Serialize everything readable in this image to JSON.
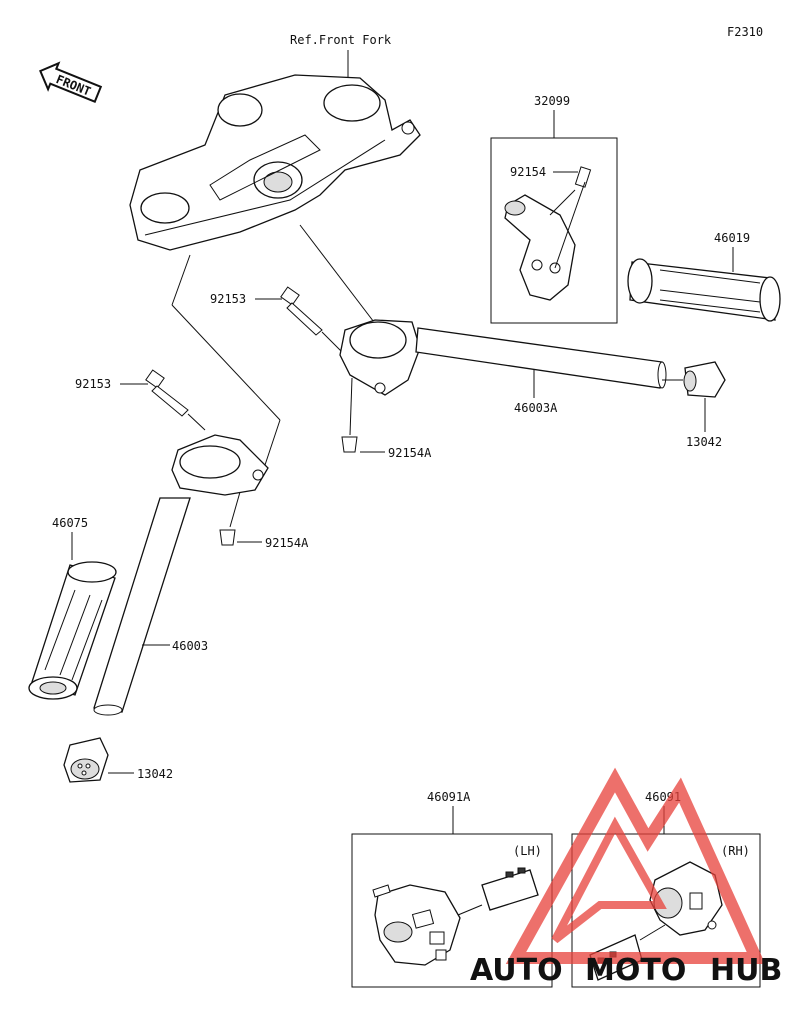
{
  "figure_code": "F2310",
  "ref_label": "Ref.Front Fork",
  "front_label": "FRONT",
  "parts": {
    "p32099": "32099",
    "p92154": "92154",
    "p46019": "46019",
    "p92153_upper": "92153",
    "p92153_lower": "92153",
    "p46003A": "46003A",
    "p13042_right": "13042",
    "p92154A_upper": "92154A",
    "p92154A_lower": "92154A",
    "p46075": "46075",
    "p46003": "46003",
    "p13042_left": "13042",
    "p46091A": "46091A",
    "p46091": "46091"
  },
  "side_labels": {
    "lh": "(LH)",
    "rh": "(RH)"
  },
  "watermark": {
    "auto": "AUTO",
    "moto": "MOTO",
    "hub": "HUB"
  },
  "colors": {
    "line": "#111111",
    "watermark_red": "#e8413a",
    "watermark_orange": "#f4a51c",
    "watermark_gray": "#3a3a3a"
  }
}
